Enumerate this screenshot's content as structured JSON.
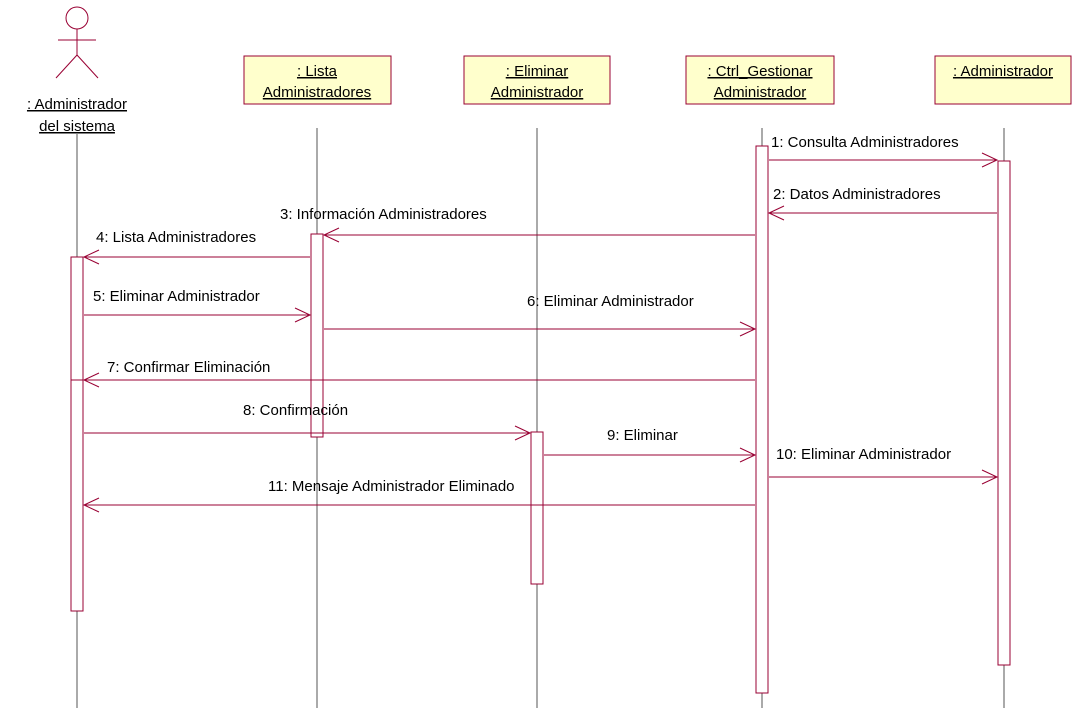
{
  "actor": {
    "name_line1": ": Administrador",
    "name_line2": "del sistema"
  },
  "objects": [
    {
      "line1": ": Lista",
      "line2": "Administradores"
    },
    {
      "line1": ": Eliminar",
      "line2": "Administrador"
    },
    {
      "line1": ": Ctrl_Gestionar",
      "line2": "Administrador"
    },
    {
      "line1": ": Administrador",
      "line2": ""
    }
  ],
  "messages": [
    {
      "label": "1: Consulta Administradores"
    },
    {
      "label": "2: Datos Administradores"
    },
    {
      "label": "3: Información Administradores"
    },
    {
      "label": "4: Lista Administradores"
    },
    {
      "label": "5: Eliminar Administrador"
    },
    {
      "label": "6: Eliminar Administrador"
    },
    {
      "label": "7: Confirmar Eliminación"
    },
    {
      "label": "8: Confirmación"
    },
    {
      "label": "9: Eliminar"
    },
    {
      "label": "10: Eliminar Administrador"
    },
    {
      "label": "11: Mensaje Administrador Eliminado"
    }
  ],
  "colors": {
    "object_fill": "#ffffcc",
    "line": "#990033"
  }
}
